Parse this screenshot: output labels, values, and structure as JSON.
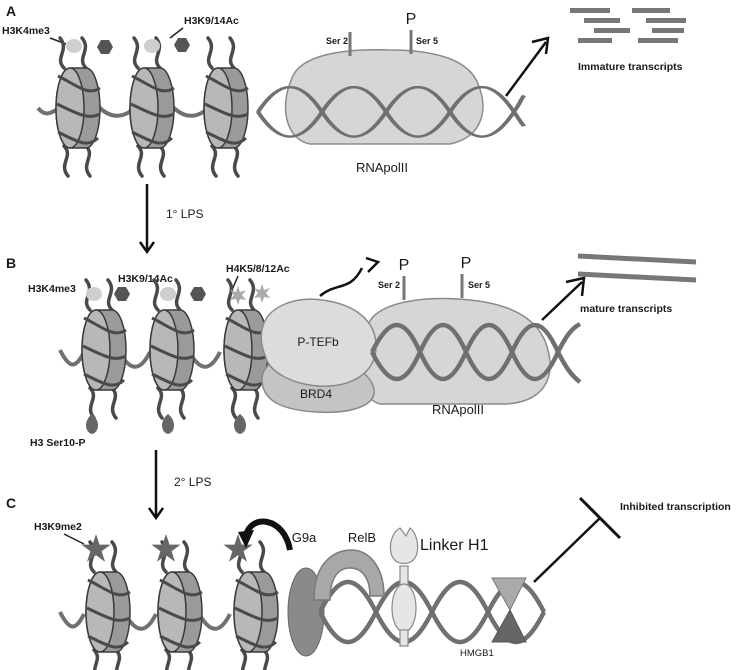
{
  "panelA": {
    "letter": "A",
    "marks": {
      "h3k4me3": "H3K4me3",
      "h3k9ac": "H3K9/14Ac"
    },
    "polymerase": "RNApolII",
    "ser2": "Ser 2",
    "ser5": "Ser 5",
    "phospho": "P",
    "output": "Immature  transcripts"
  },
  "arrow1": "1° LPS",
  "panelB": {
    "letter": "B",
    "marks": {
      "h3k4me3": "H3K4me3",
      "h3k9ac": "H3K9/14Ac",
      "h4ac": "H4K5/8/12Ac"
    },
    "h3ser10": "H3 Ser10-P",
    "ptefb": "P-TEFb",
    "brd4": "BRD4",
    "polymerase": "RNApolII",
    "ser2": "Ser 2",
    "ser5": "Ser 5",
    "phospho": "P",
    "output": "mature  transcripts"
  },
  "arrow2": "2° LPS",
  "panelC": {
    "letter": "C",
    "mark": "H3K9me2",
    "g9a": "G9a",
    "relb": "RelB",
    "h1": "Linker H1",
    "hmgb1": "HMGB1",
    "output": "Inhibited transcription"
  },
  "colors": {
    "nucleosome": "#9a9a9a",
    "histone_tail": "#4a4a4a",
    "dna": "#707070",
    "polymerase": "#d6d6d6",
    "mark_light": "#cfcfcf",
    "mark_dark": "#555555"
  }
}
